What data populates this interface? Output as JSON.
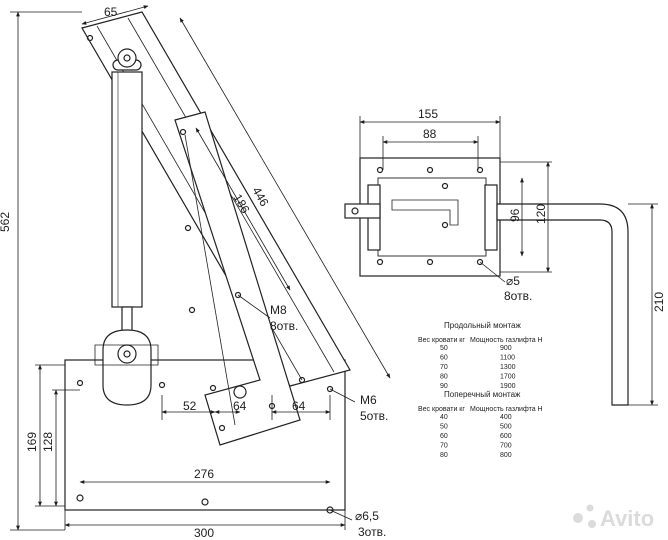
{
  "side_view": {
    "dimensions": {
      "total_height": "562",
      "top_width": "65",
      "long_length": "446",
      "short_length": "186",
      "height_169": "169",
      "height_128": "128",
      "spacing_left": "52",
      "spacing_center": "64",
      "spacing_right": "64",
      "bottom_holes": "276",
      "plate_width": "300"
    },
    "notes": {
      "m8_size": "M8",
      "m8_count": "8отв.",
      "m6_size": "M6",
      "m6_count": "5отв.",
      "d65_size": "⌀6,5",
      "d65_count": "3отв."
    }
  },
  "top_view": {
    "dimensions": {
      "width_155": "155",
      "width_88": "88",
      "height_96": "96",
      "height_120": "120",
      "rod_length": "210"
    },
    "notes": {
      "d5_size": "⌀5",
      "d5_count": "8отв."
    }
  },
  "table_longitudinal": {
    "title": "Продольный монтаж",
    "headers": [
      "Вес кровати кг",
      "Мощность газлифта Н"
    ],
    "rows": [
      [
        "50",
        "900"
      ],
      [
        "60",
        "1100"
      ],
      [
        "70",
        "1300"
      ],
      [
        "80",
        "1700"
      ],
      [
        "90",
        "1900"
      ]
    ]
  },
  "table_transverse": {
    "title": "Поперечный монтаж",
    "headers": [
      "Вес кровати кг",
      "Мощность газлифта Н"
    ],
    "rows": [
      [
        "40",
        "400"
      ],
      [
        "50",
        "500"
      ],
      [
        "60",
        "600"
      ],
      [
        "70",
        "700"
      ],
      [
        "80",
        "800"
      ]
    ]
  },
  "watermark": {
    "text": "Avito"
  }
}
